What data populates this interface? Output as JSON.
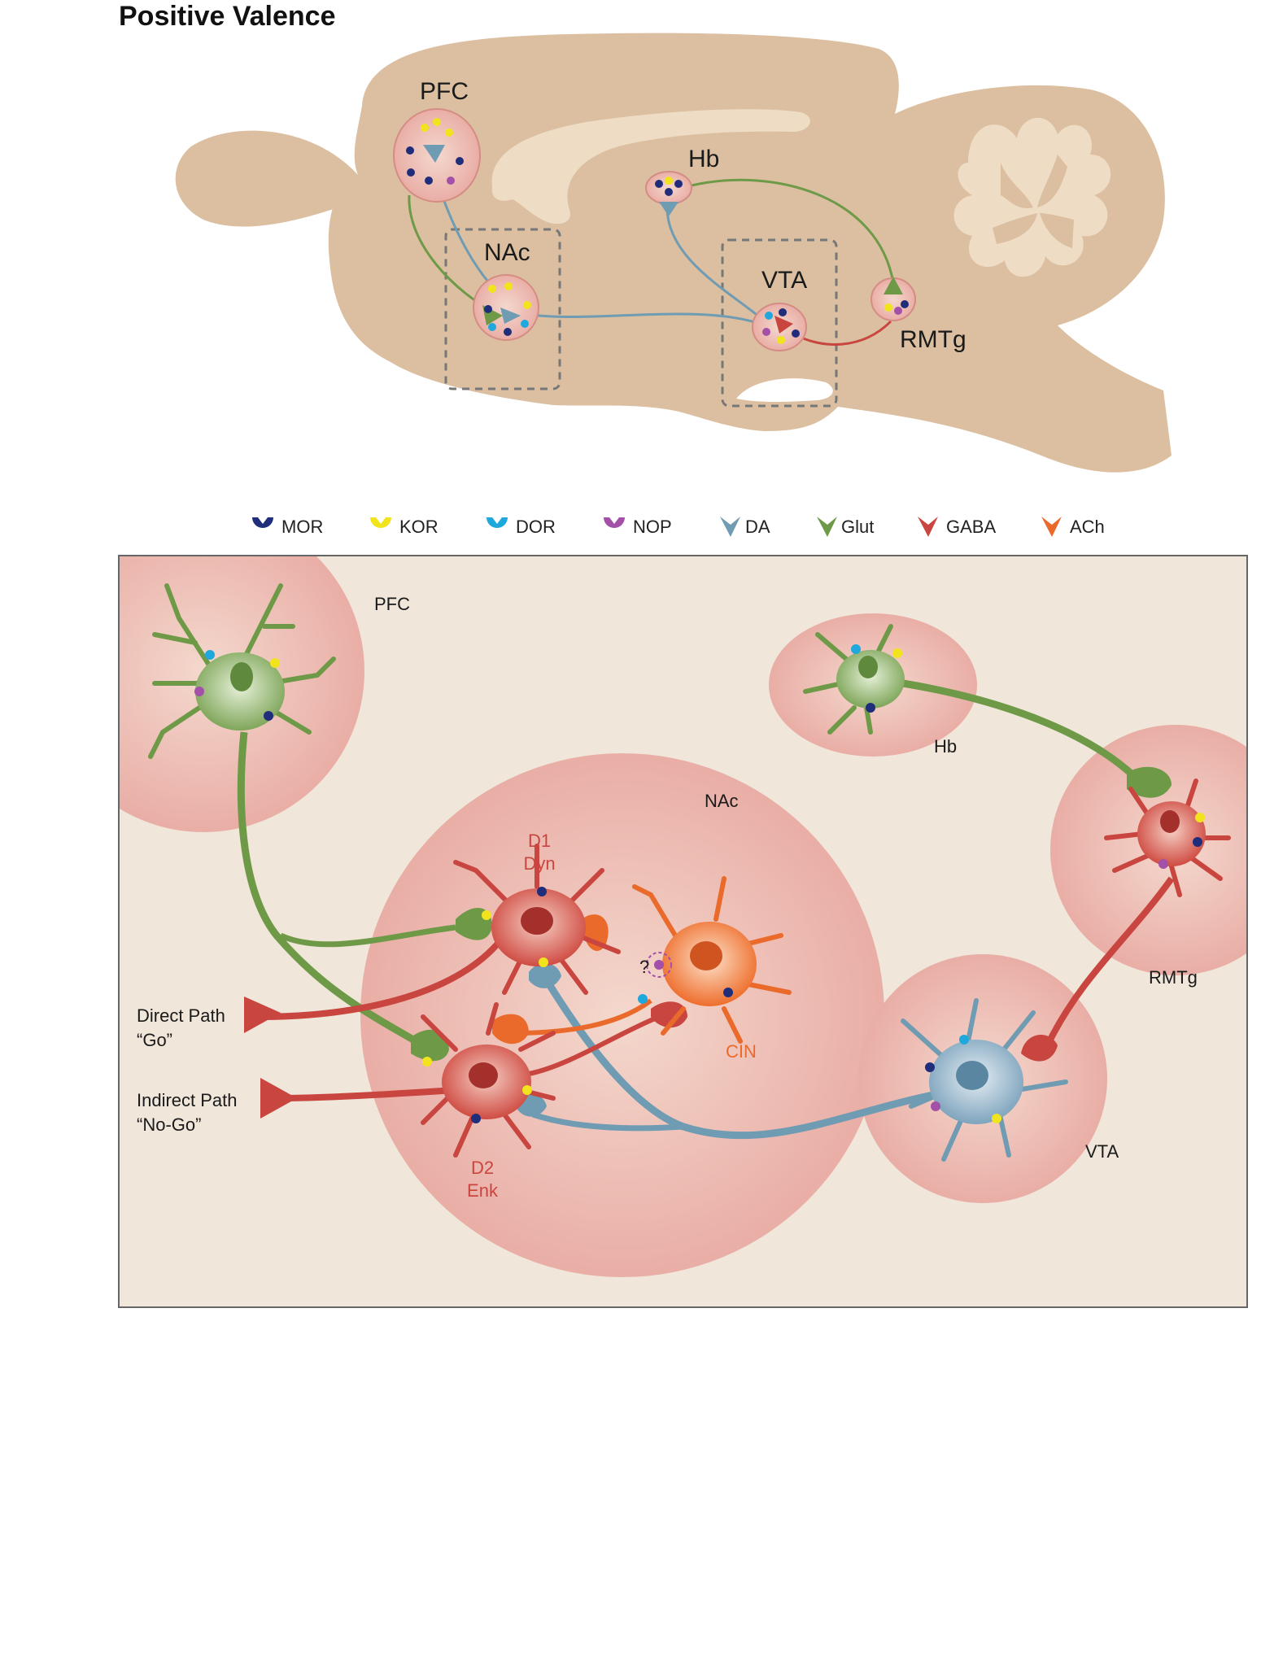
{
  "title": "Positive Valence",
  "top_labels": {
    "pfc": "PFC",
    "hb": "Hb",
    "nac": "NAc",
    "vta": "VTA",
    "rmtg": "RMTg"
  },
  "legend": [
    {
      "label": "MOR",
      "kind": "receptor",
      "color": "#1f2d7a"
    },
    {
      "label": "KOR",
      "kind": "receptor",
      "color": "#f2e41c"
    },
    {
      "label": "DOR",
      "kind": "receptor",
      "color": "#1fa8dc"
    },
    {
      "label": "NOP",
      "kind": "receptor",
      "color": "#a250a8"
    },
    {
      "label": "DA",
      "kind": "terminal",
      "color": "#6f9bb3"
    },
    {
      "label": "Glut",
      "kind": "terminal",
      "color": "#6e9a48"
    },
    {
      "label": "GABA",
      "kind": "terminal",
      "color": "#c9453f"
    },
    {
      "label": "ACh",
      "kind": "terminal",
      "color": "#ea6a2c"
    }
  ],
  "panel_labels": {
    "pfc": "PFC",
    "hb": "Hb",
    "nac": "NAc",
    "rmtg": "RMTg",
    "vta": "VTA",
    "d1": "D1",
    "dyn": "Dyn",
    "d2": "D2",
    "enk": "Enk",
    "cin": "CIN",
    "question": "?",
    "direct_path": "Direct Path",
    "go": "“Go”",
    "indirect_path": "Indirect Path",
    "nogo": "“No-Go”"
  },
  "colors": {
    "brain": "#dbbfa0",
    "brain_light": "#eedcc5",
    "region_fill": "#f3c5c0",
    "panel_bg": "#f0e6da",
    "glut": "#6e9a48",
    "gaba": "#c9453f",
    "da": "#6f9bb3",
    "ach": "#ea6a2c"
  }
}
